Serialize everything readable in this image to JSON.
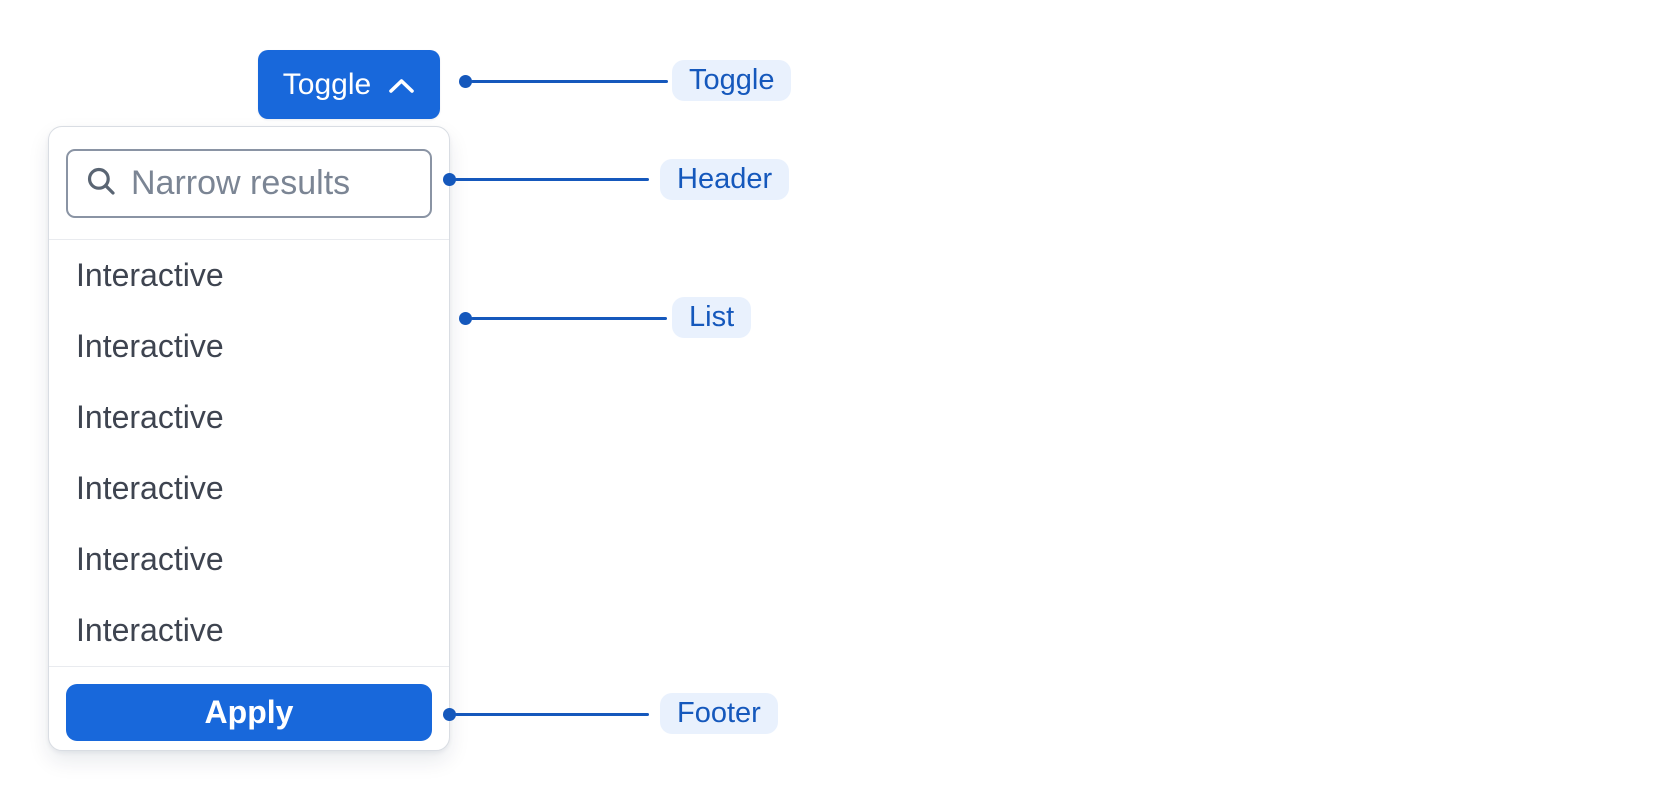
{
  "colors": {
    "primary_blue": "#1868DB",
    "annotation_blue": "#1558BC",
    "annotation_bg": "#E9F1FD",
    "panel_border": "#D9DDE3",
    "divider": "#E9EBEF",
    "input_border": "#8A94A4",
    "placeholder_text": "#7B8594",
    "item_text": "#3E4450",
    "icon_gray": "#5A6573"
  },
  "toggle_button": {
    "label": "Toggle",
    "icon": "chevron-up-icon"
  },
  "dropdown": {
    "header": {
      "icon": "magnifying-glass-icon",
      "search_placeholder": "Narrow results",
      "search_value": ""
    },
    "list": {
      "items": [
        "Interactive",
        "Interactive",
        "Interactive",
        "Interactive",
        "Interactive",
        "Interactive"
      ]
    },
    "footer": {
      "apply_label": "Apply"
    }
  },
  "annotations": {
    "toggle": {
      "label": "Toggle"
    },
    "header": {
      "label": "Header"
    },
    "list": {
      "label": "List"
    },
    "footer": {
      "label": "Footer"
    }
  }
}
